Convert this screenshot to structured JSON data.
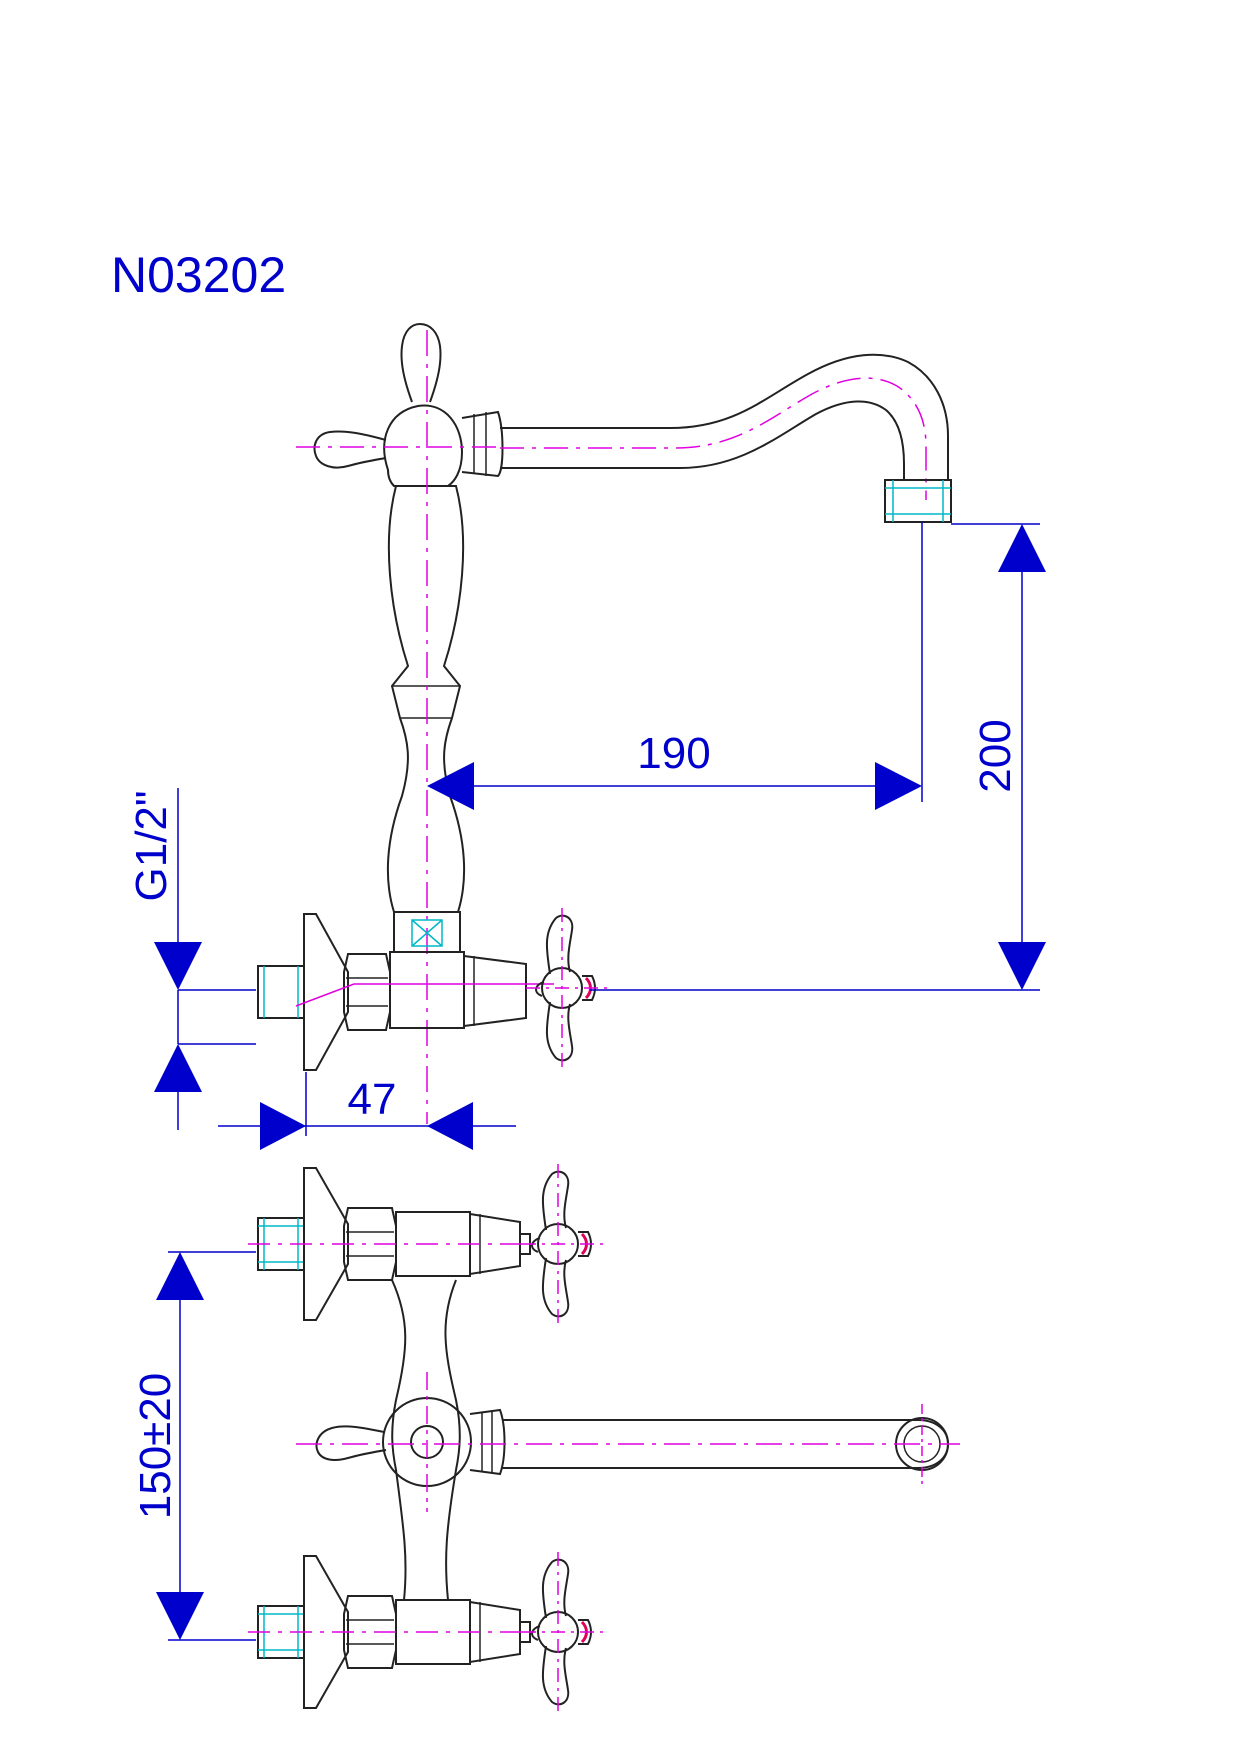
{
  "model_code": "N03202",
  "dimensions": {
    "spout_reach": "190",
    "spout_height": "200",
    "thread": "G1/2\"",
    "wall_offset": "47",
    "inlet_spacing": "150±20"
  },
  "colors": {
    "dimension": "#0000cc",
    "outline": "#222222",
    "centerline": "#e000e0",
    "thread_accent": "#00b8c8",
    "hot_indicator": "#e0005a"
  }
}
